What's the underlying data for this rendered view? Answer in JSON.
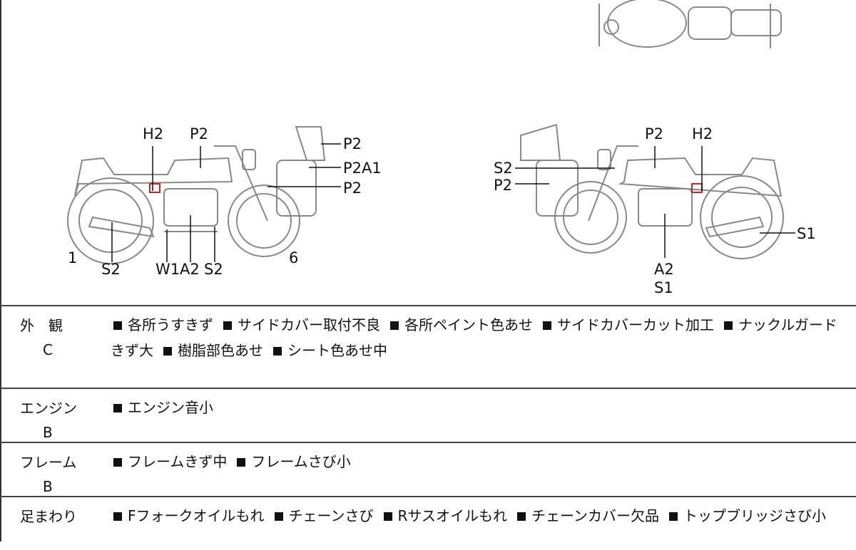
{
  "diagram": {
    "left_view": {
      "labels": [
        "H2",
        "P2",
        "P2",
        "P2A1",
        "P2",
        "S2",
        "W1",
        "A2",
        "S2"
      ],
      "wheel_numbers": [
        "1",
        "6"
      ]
    },
    "right_view": {
      "labels": [
        "P2",
        "H2",
        "S2",
        "P2",
        "S1",
        "A2",
        "S1"
      ]
    },
    "accent_color": "#cc2222"
  },
  "sections": [
    {
      "name": "外　観",
      "grade": "C",
      "items": [
        "各所うすきず",
        "サイドカバー取付不良",
        "各所ペイント色あせ",
        "サイドカバーカット加工",
        "ナックルガードきず大",
        "樹脂部色あせ",
        "シート色あせ中"
      ]
    },
    {
      "name": "エンジン",
      "grade": "B",
      "items": [
        "エンジン音小"
      ]
    },
    {
      "name": "フレーム",
      "grade": "B",
      "items": [
        "フレームきず中",
        "フレームさび小"
      ]
    },
    {
      "name": "足まわり",
      "grade": "",
      "items": [
        "Fフォークオイルもれ",
        "チェーンさび",
        "Rサスオイルもれ",
        "チェーンカバー欠品",
        "トップブリッジさび小"
      ]
    }
  ]
}
